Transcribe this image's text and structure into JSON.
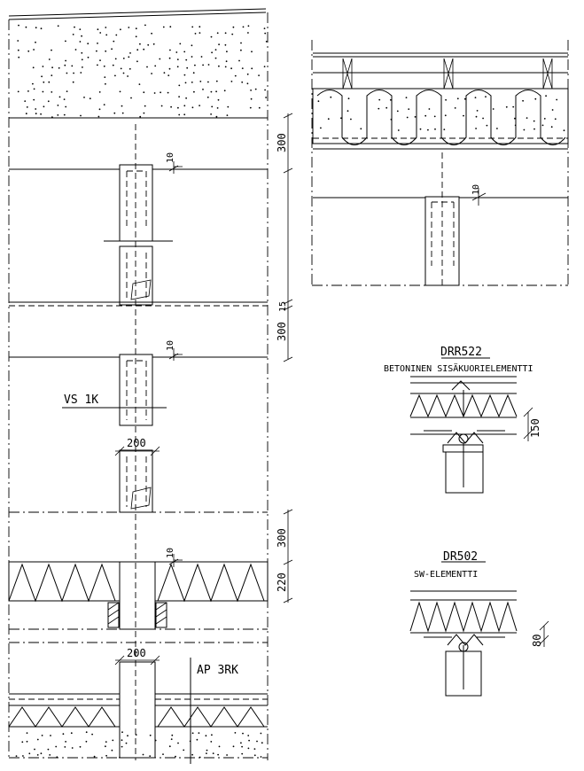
{
  "labels": {
    "vs": "VS 1K",
    "ap": "AP 3RK",
    "drr_code": "DRR522",
    "drr_name": "BETONINEN SISÄKUORIELEMENTTI",
    "dr_code": "DR502",
    "dr_name": "SW-ELEMENTTI"
  },
  "dims": {
    "d300a": "300",
    "d10a": "10",
    "d15": "15",
    "d300b": "300",
    "d10b": "10",
    "d200a": "200",
    "d300c": "300",
    "d220": "220",
    "d10c": "10",
    "d200b": "200",
    "d10r": "10",
    "d150": "150",
    "d80": "80"
  }
}
